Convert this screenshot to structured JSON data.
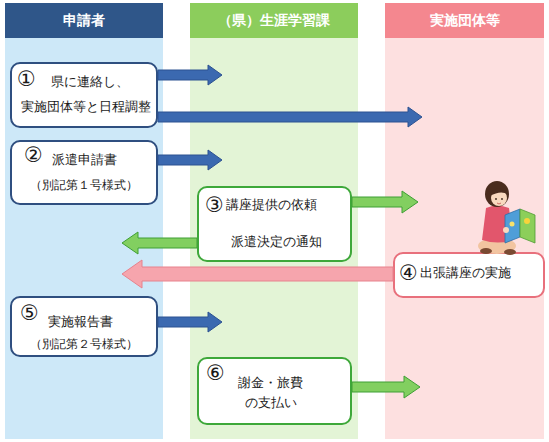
{
  "diagram": {
    "nodes": [
      {
        "text": [
          "申請者"
        ]
      },
      {
        "text": [
          "（県）生涯学習課"
        ]
      },
      {
        "text": [
          "実施団体等"
        ]
      },
      {
        "text": [
          "①",
          "県に連絡し、 実施団体等と日程調整"
        ],
        "in": 0
      },
      {
        "text": [
          "②",
          "派遣申請書",
          "（別記第１号様式）"
        ],
        "in": 0
      },
      {
        "text": [
          "③",
          "講座提供の依頼",
          "派遣決定の通知"
        ],
        "in": 1
      },
      {
        "text": [
          "④",
          "出張講座の実施"
        ],
        "in": 2
      },
      {
        "text": [
          "⑤",
          "実施報告書",
          "（別記第２号様式）"
        ],
        "in": 0
      },
      {
        "text": [
          "⑥",
          "謝金・旅費 の支払い"
        ],
        "in": 1
      }
    ],
    "edges": [
      {
        "from": 3,
        "to": 1,
        "arrow": "to"
      },
      {
        "from": 3,
        "to": 2,
        "arrow": "to"
      },
      {
        "from": 4,
        "to": 1,
        "arrow": "to"
      },
      {
        "from": 5,
        "to": 2,
        "arrow": "to"
      },
      {
        "from": 5,
        "to": 0,
        "arrow": "to"
      },
      {
        "from": 6,
        "to": 0,
        "arrow": "to"
      },
      {
        "from": 7,
        "to": 1,
        "arrow": "to"
      },
      {
        "from": 8,
        "to": 2,
        "arrow": "to"
      }
    ]
  }
}
